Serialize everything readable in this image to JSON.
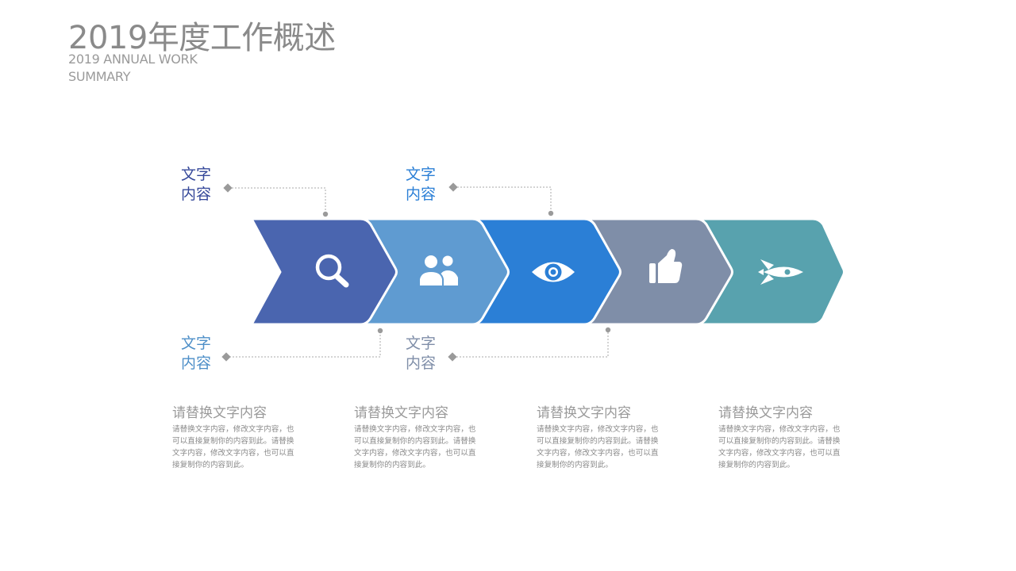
{
  "header": {
    "title": "2019年度工作概述",
    "subtitle": "2019 ANNUAL WORK SUMMARY"
  },
  "arrows": [
    {
      "icon": "search-icon",
      "color": "#4a65af"
    },
    {
      "icon": "users-icon",
      "color": "#5f9bd1"
    },
    {
      "icon": "eye-icon",
      "color": "#2b7fd6"
    },
    {
      "icon": "thumbs-up-icon",
      "color": "#7f8ea8"
    },
    {
      "icon": "rocket-icon",
      "color": "#58a2ae"
    }
  ],
  "labels": [
    {
      "line1": "文字",
      "line2": "内容",
      "color": "#35489a"
    },
    {
      "line1": "文字",
      "line2": "内容",
      "color": "#2b7fd6"
    },
    {
      "line1": "文字",
      "line2": "内容",
      "color": "#4e8fc8"
    },
    {
      "line1": "文字",
      "line2": "内容",
      "color": "#7f8ea8"
    }
  ],
  "descriptions": [
    {
      "title": "请替换文字内容",
      "body": "请替换文字内容，修改文字内容，也可以直接复制你的内容到此。请替换文字内容，修改文字内容，也可以直接复制你的内容到此。"
    },
    {
      "title": "请替换文字内容",
      "body": "请替换文字内容，修改文字内容，也可以直接复制你的内容到此。请替换文字内容，修改文字内容，也可以直接复制你的内容到此。"
    },
    {
      "title": "请替换文字内容",
      "body": "请替换文字内容，修改文字内容，也可以直接复制你的内容到此。请替换文字内容，修改文字内容，也可以直接复制你的内容到此。"
    },
    {
      "title": "请替换文字内容",
      "body": "请替换文字内容，修改文字内容，也可以直接复制你的内容到此。请替换文字内容，修改文字内容，也可以直接复制你的内容到此。"
    }
  ]
}
